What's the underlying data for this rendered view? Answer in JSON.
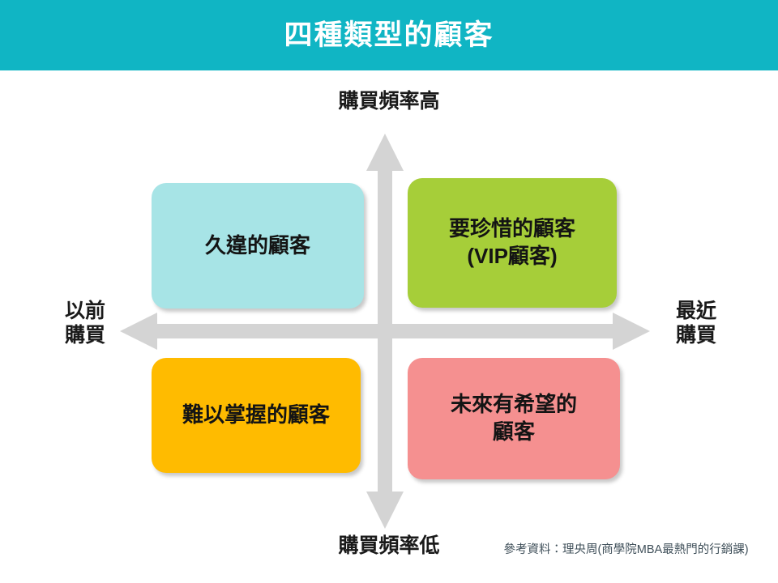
{
  "header": {
    "title": "四種類型的顧客",
    "background_color": "#10b5c4",
    "text_color": "#ffffff"
  },
  "axes": {
    "top_label": "購買頻率高",
    "bottom_label": "購買頻率低",
    "left_label_line1": "以前",
    "left_label_line2": "購買",
    "right_label_line1": "最近",
    "right_label_line2": "購買",
    "arrow_color": "#d4d4d4"
  },
  "quadrants": [
    {
      "id": "long-lost-customers",
      "position": "top-left",
      "label_line1": "久違的顧客",
      "label_line2": "",
      "color": "#a7e4e6"
    },
    {
      "id": "vip-customers",
      "position": "top-right",
      "label_line1": "要珍惜的顧客",
      "label_line2": "(VIP顧客)",
      "color": "#a6ce39"
    },
    {
      "id": "hard-to-grasp-customers",
      "position": "bottom-left",
      "label_line1": "難以掌握的顧客",
      "label_line2": "",
      "color": "#ffbb00"
    },
    {
      "id": "promising-future-customers",
      "position": "bottom-right",
      "label_line1": "未來有希望的",
      "label_line2": "顧客",
      "color": "#f59090"
    }
  ],
  "source": {
    "note": "參考資料：理央周(商學院MBA最熱門的行銷課)"
  }
}
